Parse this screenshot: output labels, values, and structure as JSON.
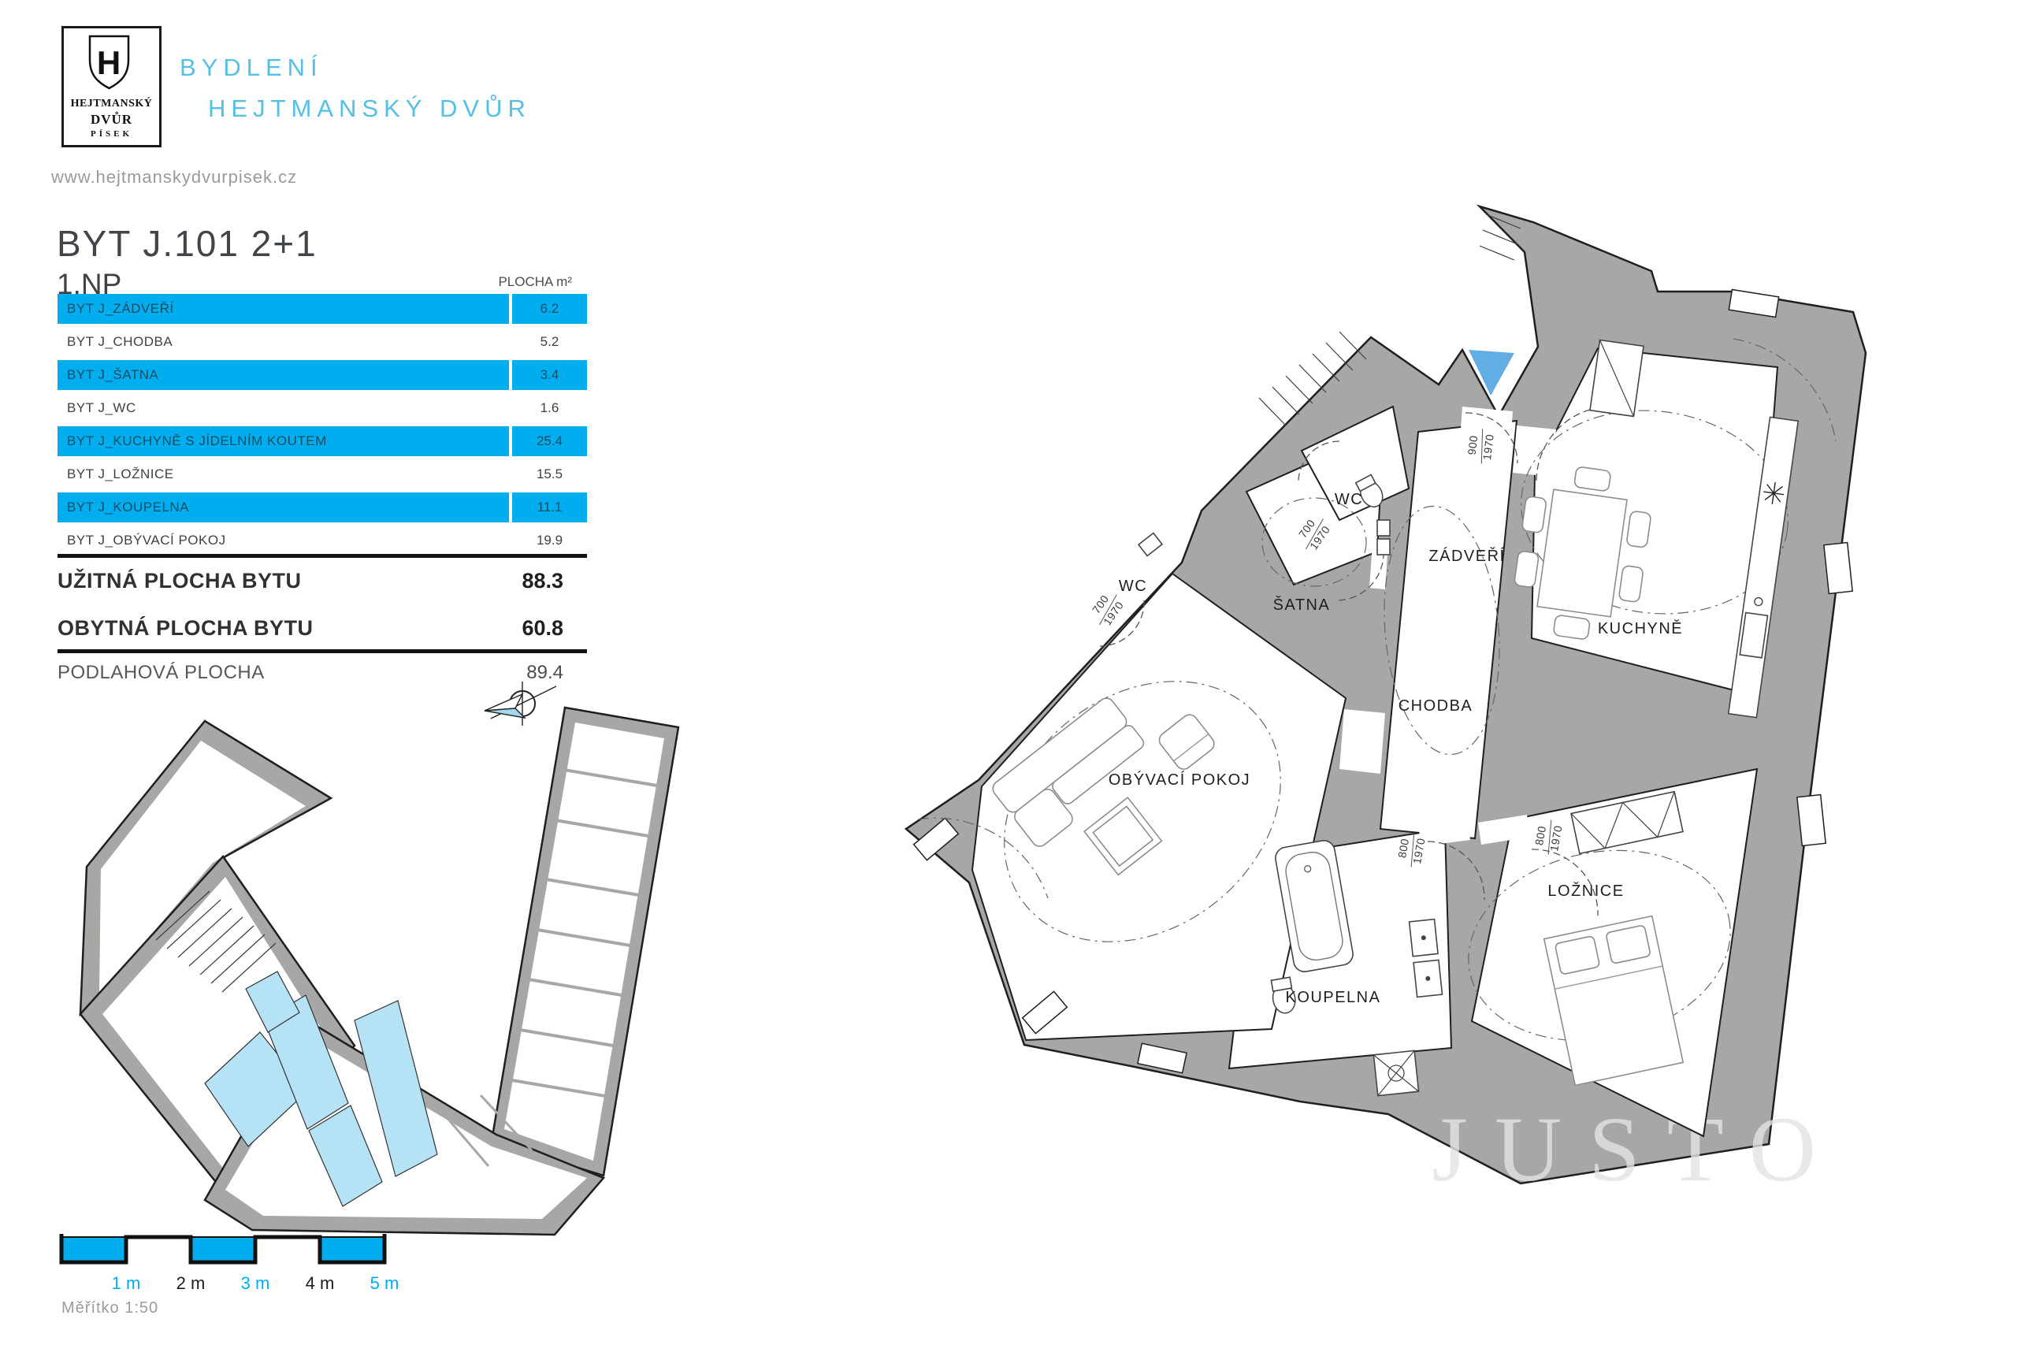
{
  "brand": {
    "logo_letter": "H",
    "logo_line1": "HEJTMANSKÝ",
    "logo_line2": "DVŮR",
    "logo_line3": "PÍSEK",
    "title_line1": "BYDLENÍ",
    "title_line2": "HEJTMANSKÝ DVŮR",
    "website": "www.hejtmanskydvurpisek.cz"
  },
  "unit": {
    "title": "BYT J.101 2+1",
    "floor": "1.NP",
    "area_header": "PLOCHA m²"
  },
  "table": {
    "rows": [
      {
        "label": "BYT J_ZÁDVEŘÍ",
        "value": "6.2"
      },
      {
        "label": "BYT J_CHODBA",
        "value": "5.2"
      },
      {
        "label": "BYT J_ŠATNA",
        "value": "3.4"
      },
      {
        "label": "BYT J_WC",
        "value": "1.6"
      },
      {
        "label": "BYT J_KUCHYNĚ S JÍDELNÍM KOUTEM",
        "value": "25.4"
      },
      {
        "label": "BYT J_LOŽNICE",
        "value": "15.5"
      },
      {
        "label": "BYT J_KOUPELNA",
        "value": "11.1"
      },
      {
        "label": "BYT J_OBÝVACÍ POKOJ",
        "value": "19.9"
      }
    ]
  },
  "summary": {
    "usable": {
      "label": "UŽITNÁ PLOCHA BYTU",
      "value": "88.3"
    },
    "living": {
      "label": "OBYTNÁ PLOCHA BYTU",
      "value": "60.8"
    },
    "floor_area": {
      "label": "PODLAHOVÁ PLOCHA",
      "value": "89.4"
    }
  },
  "scale": {
    "labels": [
      "1 m",
      "2 m",
      "3 m",
      "4 m",
      "5 m"
    ],
    "caption": "Měřítko 1:50"
  },
  "plan": {
    "labels": {
      "wc_inner": "WC",
      "wc_outer": "WC",
      "satna": "ŠATNA",
      "zadveri": "ZÁDVEŘÍ",
      "kuchyne": "KUCHYNĚ",
      "chodba": "CHODBA",
      "obyvaci_pokoj": "OBÝVACÍ POKOJ",
      "loznice": "LOŽNICE",
      "koupelna": "KOUPELNA"
    },
    "dims": [
      {
        "w": "900",
        "h": "1970"
      },
      {
        "w": "700",
        "h": "1970"
      },
      {
        "w": "700",
        "h": "1970"
      },
      {
        "w": "800",
        "h": "1970"
      },
      {
        "w": "800",
        "h": "1970"
      }
    ],
    "watermark": "JUSTO"
  },
  "colors": {
    "accent_cyan": "#00aeef",
    "brand_blue": "#55bfe7",
    "wall_gray": "#a7a7a6",
    "apartment_highlight": "#b5e3f5",
    "entrance_arrow": "#63ade5"
  }
}
